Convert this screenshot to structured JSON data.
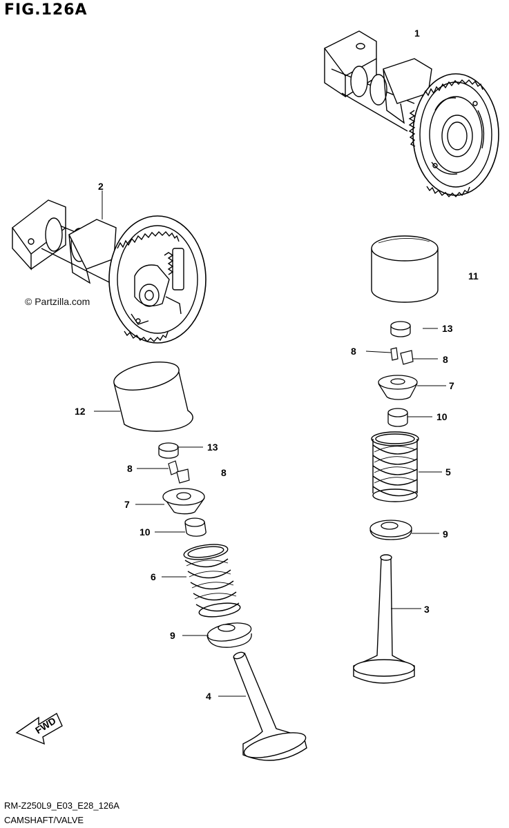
{
  "figure": {
    "title": "FIG.126A",
    "code": "RM-Z250L9_E03_E28_126A",
    "caption": "CAMSHAFT/VALVE",
    "watermark": "© Partzilla.com",
    "fwd_label": "FWD"
  },
  "callouts": [
    {
      "id": "c1",
      "label": "1"
    },
    {
      "id": "c2",
      "label": "2"
    },
    {
      "id": "c11",
      "label": "11"
    },
    {
      "id": "c13r",
      "label": "13"
    },
    {
      "id": "c8r1",
      "label": "8"
    },
    {
      "id": "c8r2",
      "label": "8"
    },
    {
      "id": "c7r",
      "label": "7"
    },
    {
      "id": "c10r",
      "label": "10"
    },
    {
      "id": "c5",
      "label": "5"
    },
    {
      "id": "c9r",
      "label": "9"
    },
    {
      "id": "c3",
      "label": "3"
    },
    {
      "id": "c12",
      "label": "12"
    },
    {
      "id": "c13l",
      "label": "13"
    },
    {
      "id": "c8l1",
      "label": "8"
    },
    {
      "id": "c8l2",
      "label": "8"
    },
    {
      "id": "c7l",
      "label": "7"
    },
    {
      "id": "c10l",
      "label": "10"
    },
    {
      "id": "c6",
      "label": "6"
    },
    {
      "id": "c9l",
      "label": "9"
    },
    {
      "id": "c4",
      "label": "4"
    }
  ]
}
